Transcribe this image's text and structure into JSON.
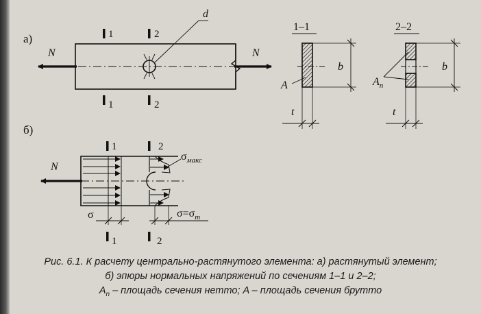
{
  "labels": {
    "part_a": "а)",
    "part_b": "б)",
    "force": "N",
    "hole": "d",
    "sec1": "1",
    "sec2": "2",
    "section_title_1": "1–1",
    "section_title_2": "2–2",
    "area_gross": "A",
    "area_net_main": "A",
    "area_net_sub": "n",
    "width": "b",
    "thickness": "t",
    "sigma": "σ",
    "sigma_max_sub": "макс",
    "sigma_eq": "σ=σ",
    "sigma_m_sub": "m"
  },
  "caption": {
    "line1": "Рис. 6.1. К расчету центрально-растянутого элемента: а) растянутый элемент;",
    "line2": "б) эпюры нормальных напряжений по сечениям 1–1 и 2–2;",
    "line3_a": "A",
    "line3_sub": "n",
    "line3_b": " – площадь сечения нетто; A – площадь сечения брутто"
  }
}
